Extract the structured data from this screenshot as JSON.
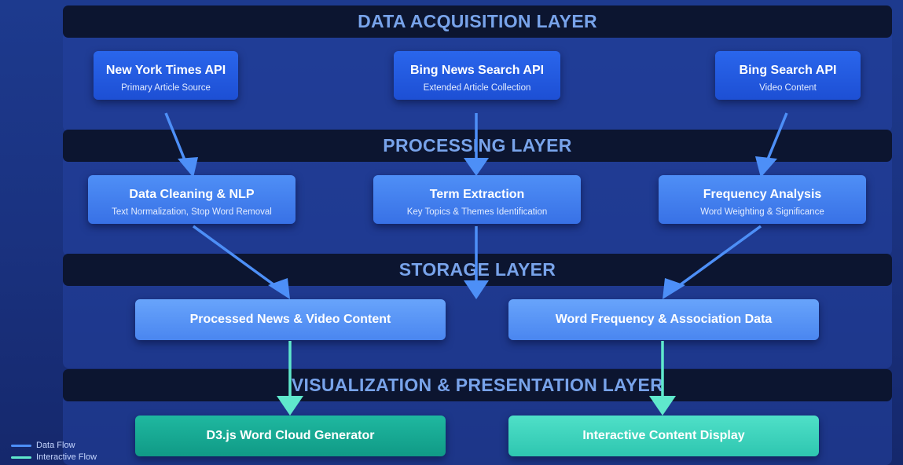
{
  "layers": {
    "acquisition": "DATA ACQUISITION LAYER",
    "processing": "PROCESSING LAYER",
    "storage": "STORAGE LAYER",
    "visualization": "VISUALIZATION & PRESENTATION LAYER"
  },
  "acquisition_nodes": [
    {
      "title": "New York Times API",
      "subtitle": "Primary Article Source"
    },
    {
      "title": "Bing News Search API",
      "subtitle": "Extended Article Collection"
    },
    {
      "title": "Bing Search API",
      "subtitle": "Video Content"
    }
  ],
  "processing_nodes": [
    {
      "title": "Data Cleaning & NLP",
      "subtitle": "Text Normalization, Stop Word Removal"
    },
    {
      "title": "Term Extraction",
      "subtitle": "Key Topics & Themes Identification"
    },
    {
      "title": "Frequency Analysis",
      "subtitle": "Word Weighting & Significance"
    }
  ],
  "storage_nodes": [
    {
      "title": "Processed News & Video Content"
    },
    {
      "title": "Word Frequency & Association Data"
    }
  ],
  "visualization_nodes": [
    {
      "title": "D3.js Word Cloud Generator"
    },
    {
      "title": "Interactive Content Display"
    }
  ],
  "legend": {
    "data_flow": "Data Flow",
    "interactive_flow": "Interactive Flow"
  },
  "colors": {
    "data_flow": "#4d8ff7",
    "interactive_flow": "#5fe8cc",
    "header_text": "#78a3ea"
  }
}
